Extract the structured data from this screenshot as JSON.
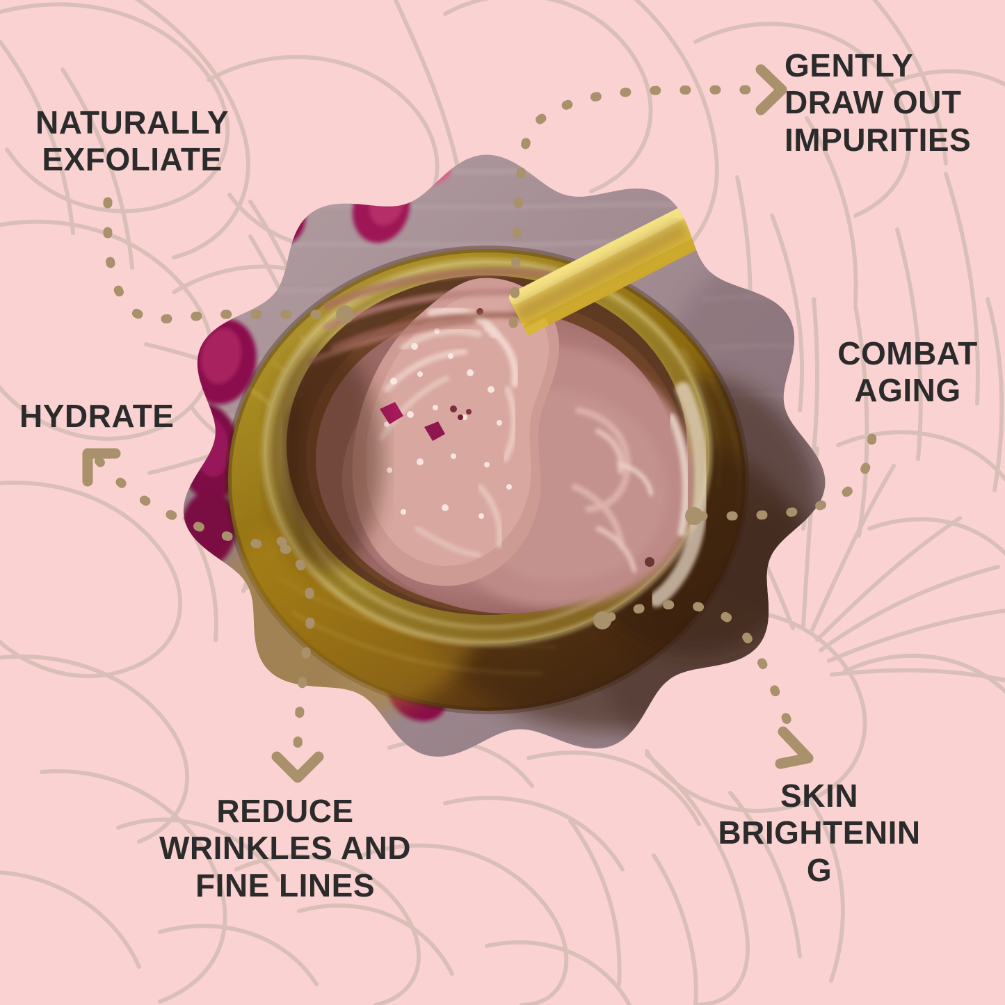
{
  "poster": {
    "background_color": "#FBD2D2",
    "accent_color": "#A8916B",
    "text_color": "#2B2B2B",
    "floral_line_color": "#D8BDB6"
  },
  "product_photo": {
    "alt_name": "pink-clay-face-mask-in-wooden-bowl-with-yellow-spatula",
    "mask_shape": "scalloped-wavy-circle",
    "colors": {
      "bowl_wood": "#9C7A12",
      "bowl_wood_dark": "#5E3C1E",
      "clay_mask": "#C08B89",
      "clay_highlight": "#E0A7A0",
      "spatula_yellow": "#E8C84A",
      "cloth_grey": "#A08E93",
      "petal_magenta": "#A3195B"
    }
  },
  "callouts": [
    {
      "id": "naturally-exfoliate",
      "label": "NATURALLY\nEXFOLIATE",
      "arrow_style": "dot-end",
      "arrow_direction": "right"
    },
    {
      "id": "gently-draw-out-impurities",
      "label": "GENTLY\nDRAW OUT\nIMPURITIES",
      "arrow_style": "chevron",
      "arrow_direction": "right"
    },
    {
      "id": "hydrate",
      "label": "HYDRATE",
      "arrow_style": "chevron",
      "arrow_direction": "up-left"
    },
    {
      "id": "combat-aging",
      "label": "COMBAT\nAGING",
      "arrow_style": "dot-end",
      "arrow_direction": "up-right"
    },
    {
      "id": "reduce-wrinkles-and-fine-lines",
      "label": "REDUCE\nWRINKLES AND\nFINE LINES",
      "arrow_style": "chevron",
      "arrow_direction": "down"
    },
    {
      "id": "skin-brightening",
      "label": "SKIN\nBRIGHTENIN\nG",
      "arrow_style": "chevron",
      "arrow_direction": "down-right"
    }
  ]
}
